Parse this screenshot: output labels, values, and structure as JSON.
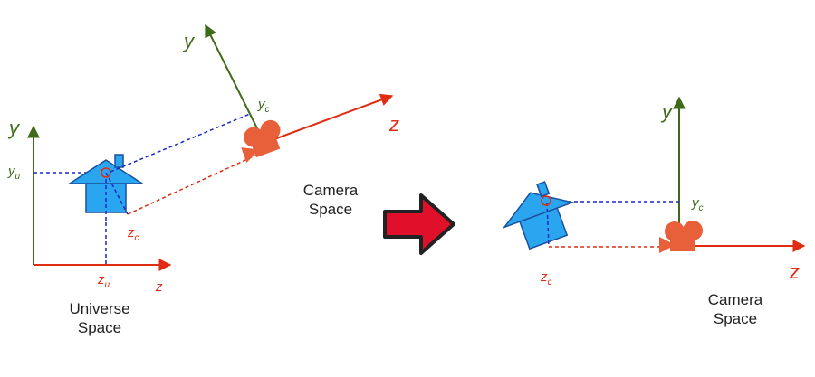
{
  "colors": {
    "y_axis": "#3e6b17",
    "z_axis": "#e02d12",
    "dashed_blue": "#1a27c9",
    "dashed_red": "#e02d12",
    "house_fill": "#2aa6f0",
    "house_stroke": "#1a4f9a",
    "camera": "#e8603a",
    "big_arrow": "#e0102a",
    "dark_axis": "#222222"
  },
  "left": {
    "y_axis_label": "y",
    "y_u_label": "y",
    "y_u_sub": "u",
    "z_u_label": "z",
    "z_u_sub": "u",
    "z_axis_label": "z",
    "caption_line1": "Universe",
    "caption_line2": "Space",
    "z_c_label": "z",
    "z_c_sub": "c",
    "cam_y_axis_label": "y",
    "cam_y_c_label": "y",
    "cam_y_c_sub": "c",
    "cam_z_axis_label": "z"
  },
  "middle": {
    "caption_line1": "Camera",
    "caption_line2": "Space",
    "arrow_icon": "right-arrow-icon"
  },
  "right": {
    "y_axis_label": "y",
    "y_c_label": "y",
    "y_c_sub": "c",
    "z_c_label": "z",
    "z_c_sub": "c",
    "z_axis_label": "z",
    "caption_line1": "Camera",
    "caption_line2": "Space"
  }
}
